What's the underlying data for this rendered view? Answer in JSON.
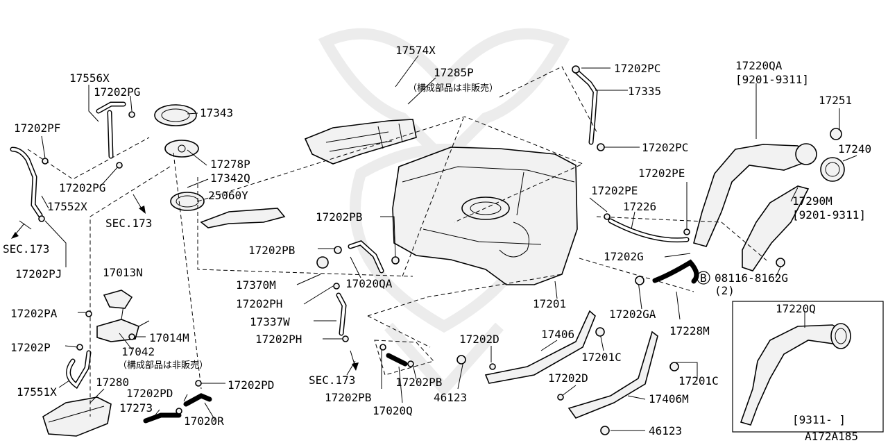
{
  "diagram": {
    "drawing_id": "A172A185",
    "labels": {
      "p17574X": "17574X",
      "p17285P": "17285P",
      "note_top": "（構成部品は非販売）",
      "p17556X": "17556X",
      "p17202PG_a": "17202PG",
      "p17343": "17343",
      "p17202PF": "17202PF",
      "p17278P": "17278P",
      "p17342Q": "17342Q",
      "p25060Y": "25060Y",
      "p17202PG_b": "17202PG",
      "p17552X": "17552X",
      "sec173_a": "SEC.173",
      "sec173_b": "SEC.173",
      "p17202PJ": "17202PJ",
      "p17202PC_a": "17202PC",
      "p17335": "17335",
      "p17202PC_b": "17202PC",
      "p17220QA": "17220QA",
      "range_a": "[9201-9311]",
      "p17251": "17251",
      "p17240": "17240",
      "p17202PE_a": "17202PE",
      "p17202PE_b": "17202PE",
      "p17226": "17226",
      "p17290M": "17290M",
      "range_b": "[9201-9311]",
      "p17202PB_a": "17202PB",
      "p17202PB_b": "17202PB",
      "p17202G": "17202G",
      "bolt_code": "08116-8162G",
      "bolt_qty": "(2)",
      "bolt_mark": "B",
      "p17013N": "17013N",
      "p17370M": "17370M",
      "p17020QA": "17020QA",
      "p17202PH_a": "17202PH",
      "p17201": "17201",
      "p17202GA": "17202GA",
      "p17228M": "17228M",
      "p17202PA": "17202PA",
      "p17014M": "17014M",
      "p17337W": "17337W",
      "p17202PH_b": "17202PH",
      "p17202P": "17202P",
      "p17042": "17042",
      "note_bottom": "（構成部品は非販売）",
      "p17202D_a": "17202D",
      "p17406": "17406",
      "p17201C_a": "17201C",
      "p17551X": "17551X",
      "p17280": "17280",
      "p17202PD_a": "17202PD",
      "sec173_c": "SEC.173",
      "p17202PB_c": "17202PB",
      "p17202D_b": "17202D",
      "p17201C_b": "17201C",
      "p17202PD_b": "17202PD",
      "p17273": "17273",
      "p17020R": "17020R",
      "p17202PB_d": "17202PB",
      "p46123_a": "46123",
      "p17406M": "17406M",
      "p17020Q": "17020Q",
      "p46123_b": "46123"
    },
    "inset": {
      "part": "17220Q",
      "range": "[9311-    ]"
    }
  }
}
